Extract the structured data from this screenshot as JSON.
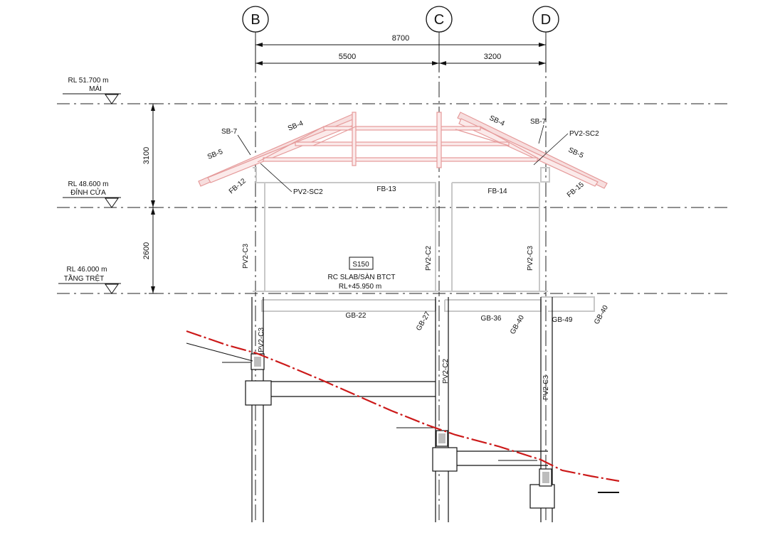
{
  "grid": {
    "b": "B",
    "c": "C",
    "d": "D"
  },
  "dims": {
    "overall": "8700",
    "bc": "5500",
    "cd": "3200",
    "h_upper": "3100",
    "h_lower": "2600"
  },
  "levels": {
    "roof_rl": "RL 51.700 m",
    "roof_name": "MÁI",
    "door_rl": "RL 48.600 m",
    "door_name": "ĐỈNH CỬA",
    "ground_rl": "RL 46.000 m",
    "ground_name": "TẦNG TRỆT"
  },
  "slab": {
    "tag": "S150",
    "line1": "RC SLAB/SÀN BTCT",
    "line2": "RL+45.950 m"
  },
  "labels": {
    "sb7_left": "SB-7",
    "sb4_left": "SB-4",
    "sb5_left": "SB-5",
    "sb4_right": "SB-4",
    "sb7_right": "SB-7",
    "sb5_right": "SB-5",
    "pv2sc2_right": "PV2-SC2",
    "pv2sc2_left": "PV2-SC2",
    "fb12": "FB-12",
    "fb13": "FB-13",
    "fb14": "FB-14",
    "fb15": "FB-15",
    "pv2c3_b": "PV2-C3",
    "pv2c2_c": "PV2-C2",
    "pv2c3_d": "PV2-C3",
    "gb22": "GB-22",
    "gb27": "GB-27",
    "gb36": "GB-36",
    "gb40a": "GB-40",
    "gb49": "GB-49",
    "gb40b": "GB-40",
    "pv2c3_b_low": "PV2-C3",
    "pv2c2_c_low": "PV2-C2",
    "pv2c3_d_low": "PV2-C3"
  },
  "colors": {
    "roof": "#e59a9a",
    "structure": "#c8c8c8",
    "terrain": "#cc1a1a",
    "ink": "#111111"
  }
}
